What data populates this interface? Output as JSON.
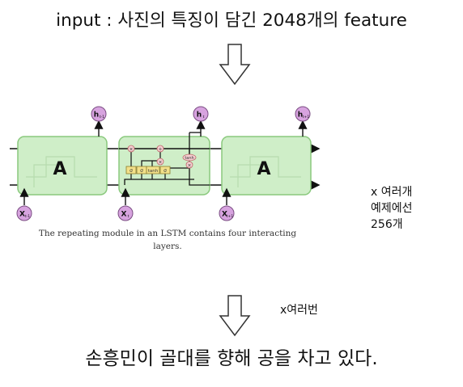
{
  "header": {
    "text": "input : 사진의 특징이 담긴 2048개의 feature"
  },
  "diagram": {
    "cells": [
      {
        "label": "A",
        "input": "X",
        "input_sub": "t-1",
        "output": "h",
        "output_sub": "t-1"
      },
      {
        "label": "",
        "input": "X",
        "input_sub": "t",
        "output": "h",
        "output_sub": "t"
      },
      {
        "label": "A",
        "input": "X",
        "input_sub": "t+1",
        "output": "h",
        "output_sub": "t+1"
      }
    ],
    "gate_labels": [
      "σ",
      "σ",
      "tanh",
      "σ"
    ],
    "op_labels": [
      "×",
      "+",
      "×",
      "×",
      "tanh"
    ],
    "caption": {
      "line1": "The repeating module in an LSTM contains four interacting",
      "line2": "layers."
    },
    "colors": {
      "cell_fill": "#cfeec8",
      "cell_stroke": "#8ac97d",
      "circle_fill": "#d7a3df",
      "gate_fill": "#f3e18a",
      "op_fill": "#f6cfd2"
    }
  },
  "notes": {
    "right": {
      "line1": "x 여러개",
      "line2": "예제에선",
      "line3": "256개"
    },
    "loop": "x여러번"
  },
  "footer": {
    "text": "손흥민이 골대를 향해 공을 차고 있다."
  }
}
